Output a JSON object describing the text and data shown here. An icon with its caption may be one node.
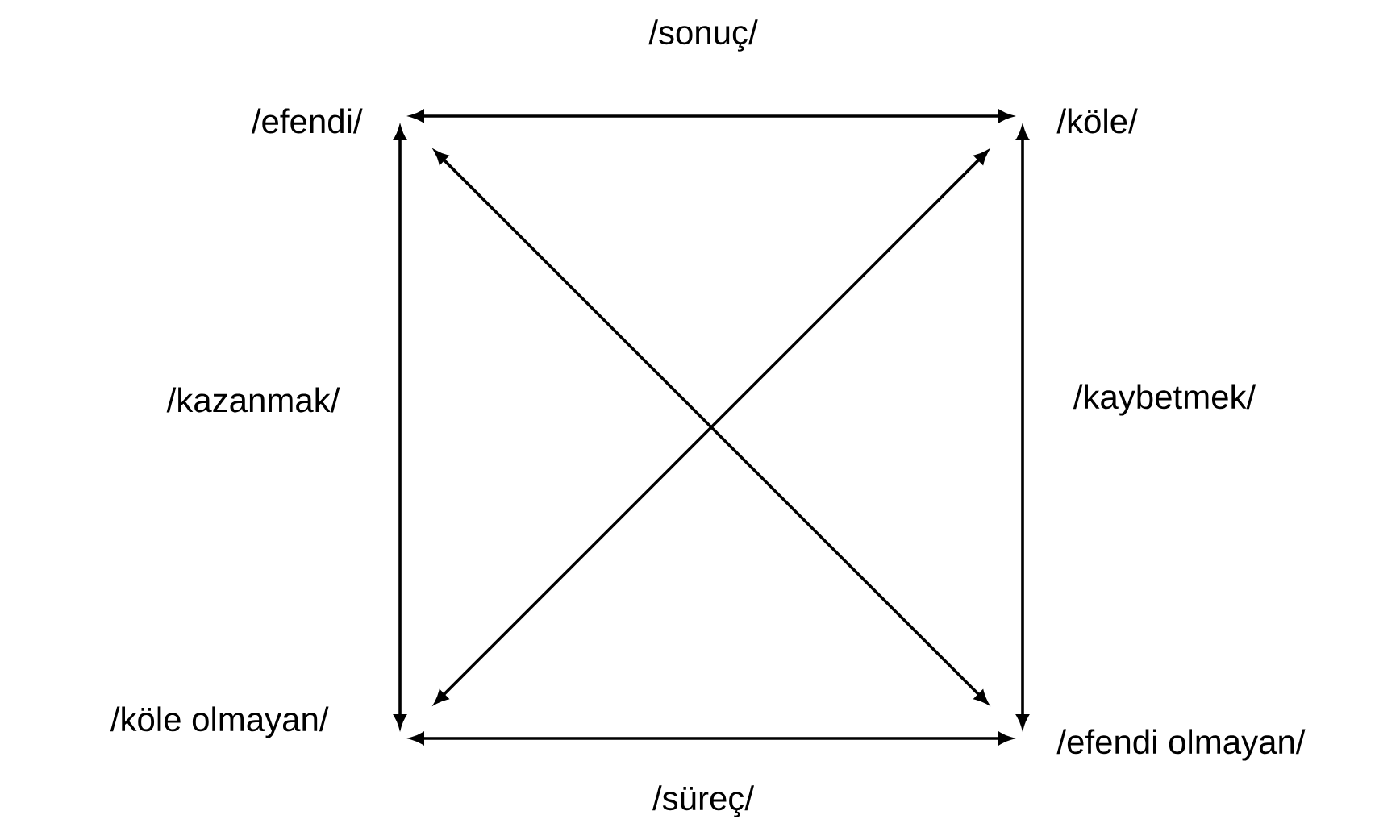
{
  "diagram": {
    "nodes": [
      {
        "text": [
          "/efendi/"
        ]
      },
      {
        "text": [
          "/köle/"
        ]
      },
      {
        "text": [
          "/köle olmayan/"
        ]
      },
      {
        "text": [
          "/efendi olmayan/"
        ]
      }
    ],
    "edges": [
      {
        "from": 0,
        "to": 1,
        "arrow": "both",
        "label": "/sonuç/"
      },
      {
        "from": 0,
        "to": 2,
        "arrow": "both",
        "label": "/kazanmak/"
      },
      {
        "from": 1,
        "to": 3,
        "arrow": "both",
        "label": "/kaybetmek/"
      },
      {
        "from": 2,
        "to": 3,
        "arrow": "both",
        "label": "/süreç/"
      },
      {
        "from": 0,
        "to": 3,
        "arrow": "both"
      },
      {
        "from": 1,
        "to": 2,
        "arrow": "both"
      }
    ]
  }
}
